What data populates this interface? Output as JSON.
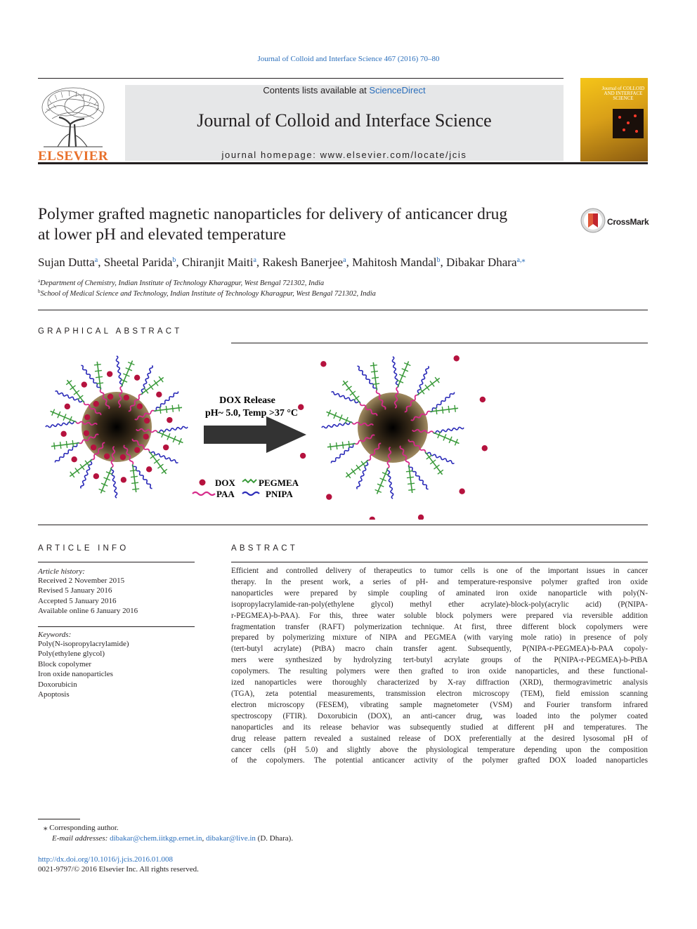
{
  "citation": "Journal of Colloid and Interface Science 467 (2016) 70–80",
  "header": {
    "contents_prefix": "Contents lists available at ",
    "contents_link": "ScienceDirect",
    "journal_name": "Journal of Colloid and Interface Science",
    "homepage_prefix": "journal homepage: ",
    "homepage_url": "www.elsevier.com/locate/jcis",
    "publisher_logo_text": "ELSEVIER",
    "cover_title": "Journal of COLLOID AND INTERFACE SCIENCE"
  },
  "article": {
    "title_line1": "Polymer grafted magnetic nanoparticles for delivery of anticancer drug",
    "title_line2": "at lower pH and elevated temperature",
    "crossmark_label": "CrossMark",
    "authors": [
      {
        "name": "Sujan Dutta",
        "sup": "a",
        "sep": ", "
      },
      {
        "name": "Sheetal Parida",
        "sup": "b",
        "sep": ", "
      },
      {
        "name": "Chiranjit Maiti",
        "sup": "a",
        "sep": ", "
      },
      {
        "name": "Rakesh Banerjee",
        "sup": "a",
        "sep": ", "
      },
      {
        "name": "Mahitosh Mandal",
        "sup": "b",
        "sep": ", "
      },
      {
        "name": "Dibakar Dhara",
        "sup": "a,⁎",
        "sep": ""
      }
    ],
    "affiliations": [
      {
        "sup": "a",
        "text": "Department of Chemistry, Indian Institute of Technology Kharagpur, West Bengal 721302, India"
      },
      {
        "sup": "b",
        "text": "School of Medical Science and Technology, Indian Institute of Technology Kharagpur, West Bengal 721302, India"
      }
    ]
  },
  "graphical_abstract": {
    "heading": "GRAPHICAL ABSTRACT",
    "arrow_line1": "DOX Release",
    "arrow_line2": "pH~ 5.0, Temp >37 °C",
    "legend": [
      "DOX",
      "PEGMEA",
      "PAA",
      "PNIPA"
    ],
    "colors": {
      "dox": "#b5123e",
      "paa": "#d62a8a",
      "pegmea": "#3a9a3a",
      "pnipa": "#2a2ab8",
      "arrow": "#333333"
    }
  },
  "article_info": {
    "heading": "ARTICLE INFO",
    "history_label": "Article history:",
    "history": [
      "Received 2 November 2015",
      "Revised 5 January 2016",
      "Accepted 5 January 2016",
      "Available online 6 January 2016"
    ],
    "keywords_label": "Keywords:",
    "keywords": [
      "Poly(N-isopropylacrylamide)",
      "Poly(ethylene glycol)",
      "Block copolymer",
      "Iron oxide nanoparticles",
      "Doxorubicin",
      "Apoptosis"
    ]
  },
  "abstract": {
    "heading": "ABSTRACT",
    "lines": [
      "Efficient and controlled delivery of therapeutics to tumor cells is one of the important issues in cancer",
      "therapy. In the present work, a series of pH- and temperature-responsive polymer grafted iron oxide",
      "nanoparticles were prepared by simple coupling of aminated iron oxide nanoparticle with poly(N-",
      "isopropylacrylamide-ran-poly(ethylene glycol) methyl ether acrylate)-block-poly(acrylic acid) (P(NIPA-",
      "r-PEGMEA)-b-PAA). For this, three water soluble block polymers were prepared via reversible addition",
      "fragmentation transfer (RAFT) polymerization technique. At first, three different block copolymers were",
      "prepared by polymerizing mixture of NIPA and PEGMEA (with varying mole ratio) in presence of poly",
      "(tert-butyl acrylate) (PtBA) macro chain transfer agent. Subsequently, P(NIPA-r-PEGMEA)-b-PAA copoly-",
      "mers were synthesized by hydrolyzing tert-butyl acrylate groups of the P(NIPA-r-PEGMEA)-b-PtBA",
      "copolymers. The resulting polymers were then grafted to iron oxide nanoparticles, and these functional-",
      "ized nanoparticles were thoroughly characterized by X-ray diffraction (XRD), thermogravimetric analysis",
      "(TGA), zeta potential measurements, transmission electron microscopy (TEM), field emission scanning",
      "electron microscopy (FESEM), vibrating sample magnetometer (VSM) and Fourier transform infrared",
      "spectroscopy (FTIR). Doxorubicin (DOX), an anti-cancer drug, was loaded into the polymer coated",
      "nanoparticles and its release behavior was subsequently studied at different pH and temperatures. The",
      "drug release pattern revealed a sustained release of DOX preferentially at the desired lysosomal pH of",
      "cancer cells (pH 5.0) and slightly above the physiological temperature depending upon the composition",
      "of the copolymers. The potential anticancer activity of the polymer grafted DOX loaded nanoparticles"
    ]
  },
  "footnotes": {
    "corresponding": "Corresponding author.",
    "star": "⁎",
    "email_label": "E-mail addresses:",
    "email1": "dibakar@chem.iitkgp.ernet.in",
    "email2": "dibakar@live.in",
    "email_suffix": " (D. Dhara).",
    "doi": "http://dx.doi.org/10.1016/j.jcis.2016.01.008",
    "copyright": "0021-9797/© 2016 Elsevier Inc. All rights reserved."
  }
}
